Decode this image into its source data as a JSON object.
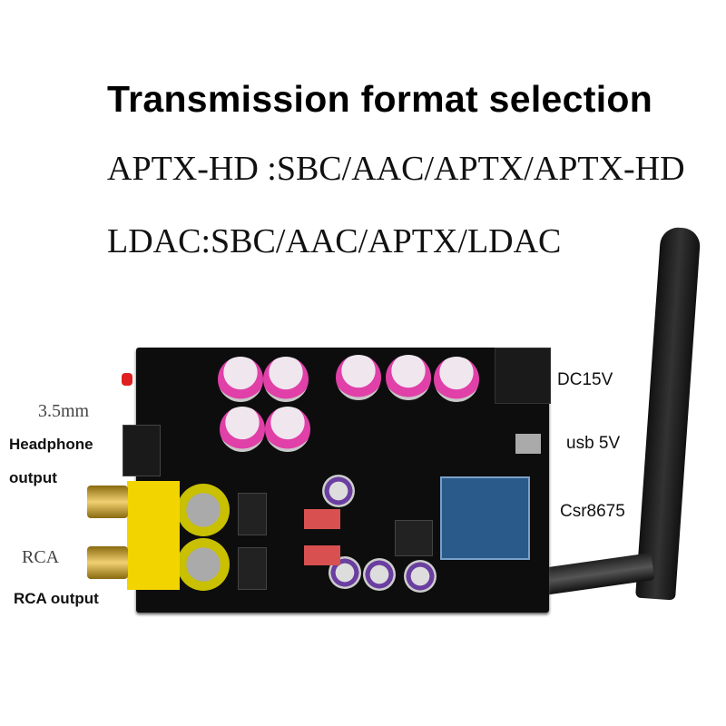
{
  "header": {
    "title": "Transmission format selection",
    "line_aptxhd": "APTX-HD :SBC/AAC/APTX/APTX-HD",
    "line_ldac": "LDAC:SBC/AAC/APTX/LDAC"
  },
  "labels": {
    "dc": "DC15V",
    "usb": "usb 5V",
    "module": "Csr8675",
    "jack_size": "3.5mm",
    "headphone": "Headphone",
    "headphone_output": "output",
    "rca": "RCA",
    "rca_output": "RCA output"
  }
}
